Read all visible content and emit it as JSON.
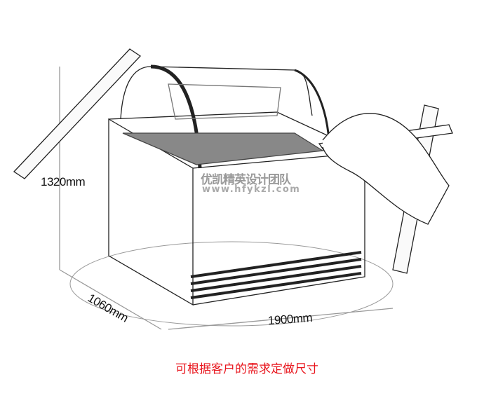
{
  "dimensions": {
    "height": "1320mm",
    "depth": "1060mm",
    "width": "1900mm"
  },
  "watermark": {
    "brand": "优凯精英设计团队",
    "url": "www.hfykzl.com"
  },
  "caption": "可根据客户的需求定做尺寸",
  "colors": {
    "caption": "#e8141c"
  }
}
